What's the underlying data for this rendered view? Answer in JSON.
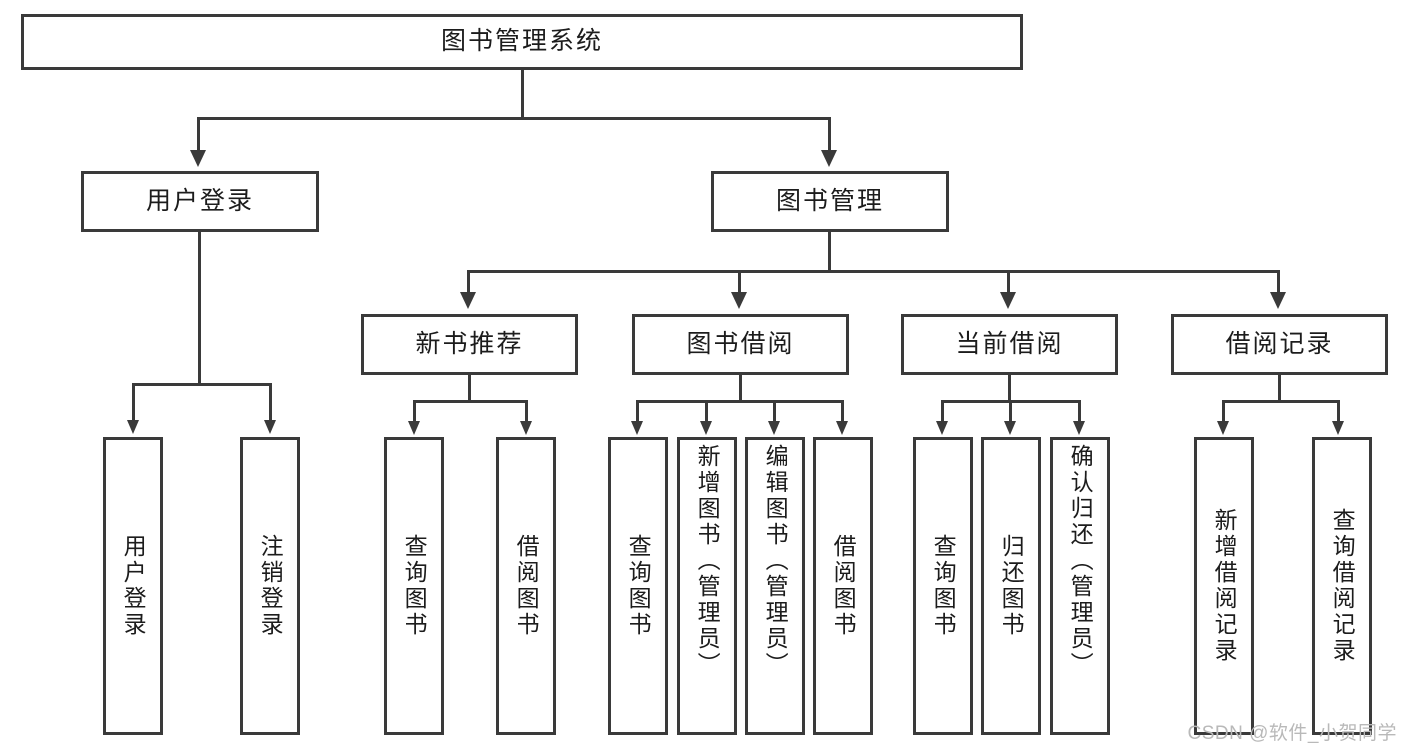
{
  "diagram": {
    "type": "tree-hierarchy",
    "title": "图书管理系统",
    "root": {
      "label": "图书管理系统"
    },
    "level1": [
      {
        "label": "用户登录"
      },
      {
        "label": "图书管理"
      }
    ],
    "level2": [
      {
        "label": "新书推荐"
      },
      {
        "label": "图书借阅"
      },
      {
        "label": "当前借阅"
      },
      {
        "label": "借阅记录"
      }
    ],
    "leaves": {
      "user_login": [
        {
          "label": "用户登录"
        },
        {
          "label": "注销登录"
        }
      ],
      "new_book_recommend": [
        {
          "label": "查询图书"
        },
        {
          "label": "借阅图书"
        }
      ],
      "book_borrow": [
        {
          "label": "查询图书"
        },
        {
          "label": "新增图书（管理员）"
        },
        {
          "label": "编辑图书（管理员）"
        },
        {
          "label": "借阅图书"
        }
      ],
      "current_borrow": [
        {
          "label": "查询图书"
        },
        {
          "label": "归还图书"
        },
        {
          "label": "确认归还（管理员）"
        }
      ],
      "borrow_record": [
        {
          "label": "新增借阅记录"
        },
        {
          "label": "查询借阅记录"
        }
      ]
    }
  },
  "watermark": {
    "text": "CSDN @软件_小贺同学"
  },
  "colors": {
    "stroke": "#3a3a3a",
    "text": "#1c1c1c",
    "background": "#ffffff",
    "watermark": "#b9b9b9"
  }
}
